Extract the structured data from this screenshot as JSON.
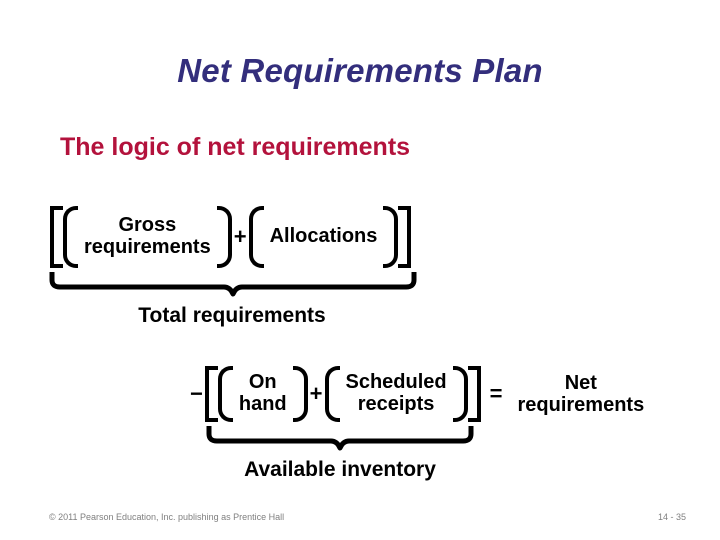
{
  "slide": {
    "title": "Net Requirements Plan",
    "subtitle": "The logic of net requirements"
  },
  "equation": {
    "row1": {
      "term1": "Gross\nrequirements",
      "operator": "+",
      "term2": "Allocations",
      "brace_label": "Total requirements"
    },
    "row2": {
      "leading_operator": "−",
      "term1": "On\nhand",
      "operator": "+",
      "term2": "Scheduled\nreceipts",
      "equals": "=",
      "result": "Net\nrequirements",
      "brace_label": "Available inventory"
    }
  },
  "footer": {
    "copyright": "© 2011 Pearson Education, Inc. publishing as Prentice Hall",
    "page": "14 - 35"
  },
  "colors": {
    "title": "#332E7C",
    "subtitle": "#B3123C",
    "equation": "#000000",
    "footer": "#808080",
    "background": "#FFFFFF"
  }
}
